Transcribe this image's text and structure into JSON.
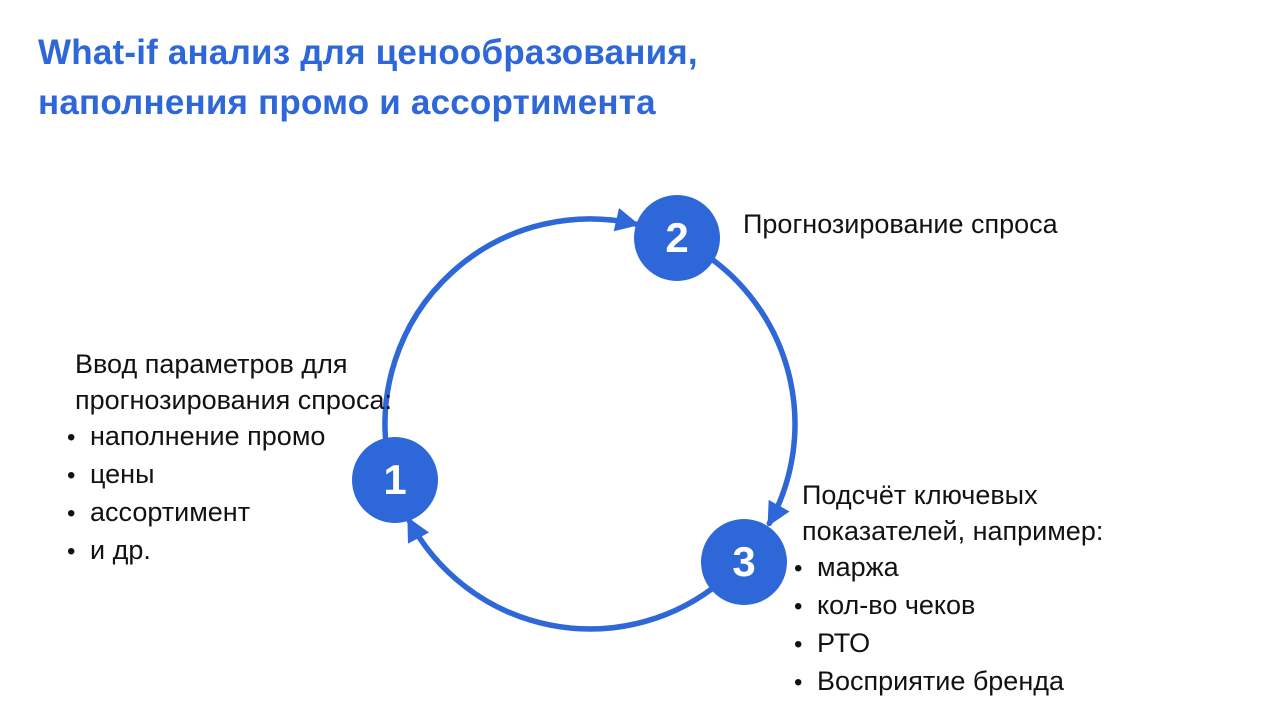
{
  "slide": {
    "background": "#FFFFFF",
    "accent_color": "#2D67D8",
    "text_color": "#121212",
    "title": {
      "lines": [
        "What-if анализ для ценообразования,",
        "наполнения промо и ассортимента"
      ]
    },
    "diagram": {
      "type": "cycle",
      "nodes": [
        {
          "number": "1"
        },
        {
          "number": "2"
        },
        {
          "number": "3"
        }
      ],
      "arrows": [
        {
          "name": "arrow-1-to-2",
          "from": "1",
          "to": "2"
        },
        {
          "name": "arrow-2-to-3",
          "from": "2",
          "to": "3"
        },
        {
          "name": "arrow-3-to-1",
          "from": "3",
          "to": "1"
        }
      ],
      "step2_label": "Прогнозирование спроса",
      "step1": {
        "heading_lines": [
          "Ввод параметров для",
          "прогнозирования спроса:"
        ],
        "bullets": [
          "наполнение промо",
          "цены",
          "ассортимент",
          "и др."
        ]
      },
      "step3": {
        "heading_lines": [
          "Подсчёт ключевых",
          "показателей, например:"
        ],
        "bullets": [
          "маржа",
          "кол-во чеков",
          "РТО",
          "Восприятие бренда"
        ]
      }
    }
  }
}
